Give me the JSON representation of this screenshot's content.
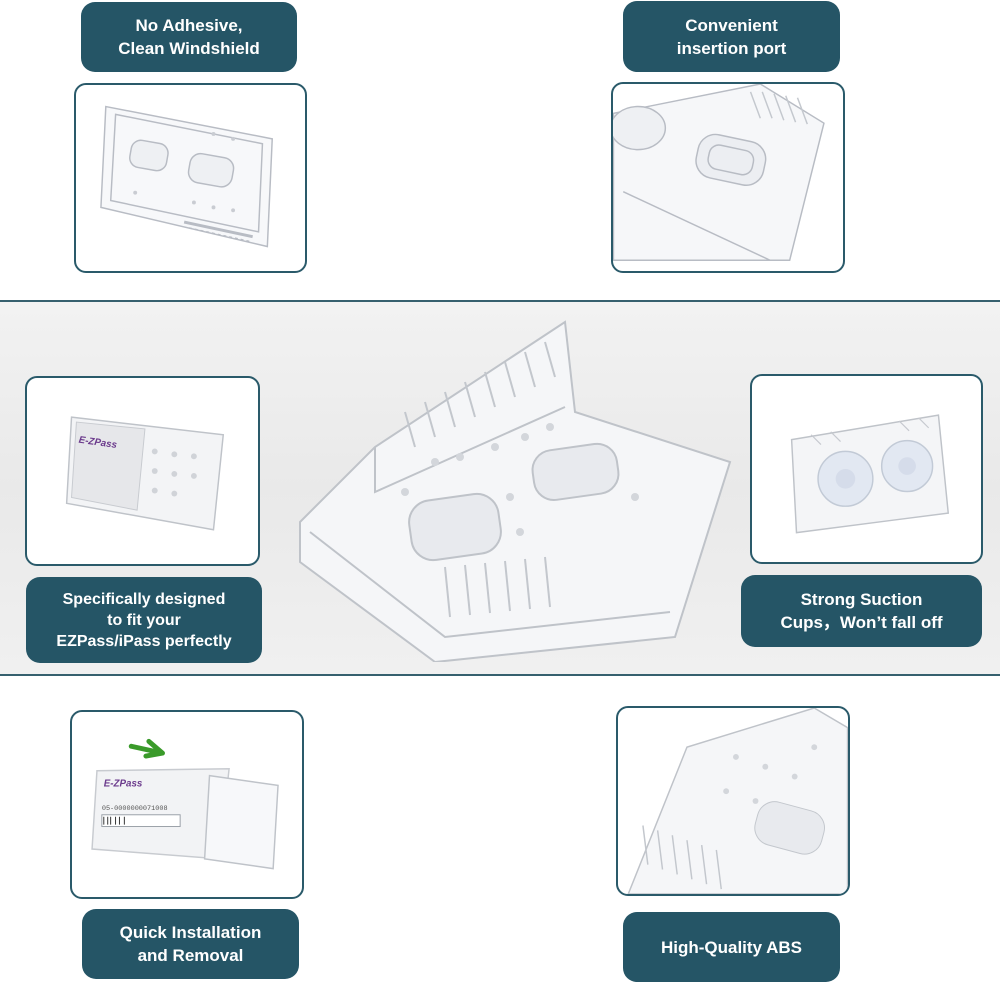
{
  "features": {
    "top_left": {
      "line1": "No Adhesive,",
      "line2": "Clean Windshield"
    },
    "top_right": {
      "line1": "Convenient",
      "line2": "insertion port"
    },
    "mid_left": {
      "line1": "Specifically designed",
      "line2": "to fit your",
      "line3": "EZPass/iPass perfectly"
    },
    "mid_right": {
      "line1": "Strong Suction",
      "line2": "Cups，Won’t fall off"
    },
    "bottom_left": {
      "line1": "Quick Installation",
      "line2": "and Removal"
    },
    "bottom_right": {
      "line1": "High-Quality ABS"
    }
  },
  "product_images": {
    "ezpass_logo_text": "E-ZPass",
    "ezpass_serial_text": "05-0000000071008"
  },
  "colors": {
    "badge_bg": "#255566",
    "frame_border": "#2a5a6a",
    "arrow": "#3a9a2a"
  }
}
